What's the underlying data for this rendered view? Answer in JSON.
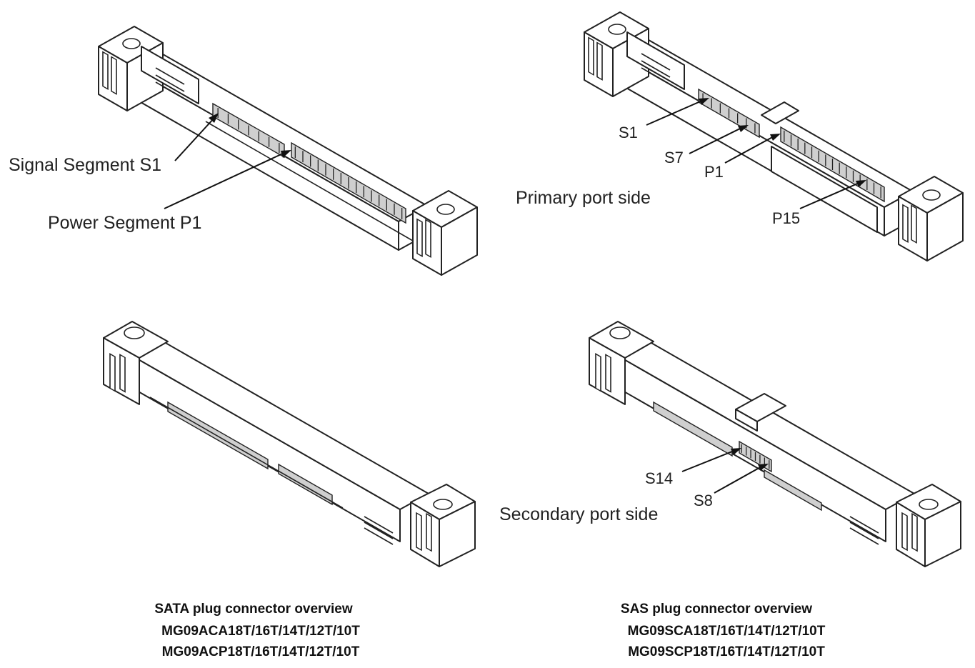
{
  "labels": {
    "signal_segment": "Signal Segment S1",
    "power_segment": "Power Segment P1",
    "s1": "S1",
    "s7": "S7",
    "p1": "P1",
    "p15": "P15",
    "primary_port_side": "Primary port side",
    "s14": "S14",
    "s8": "S8",
    "secondary_port_side": "Secondary port side"
  },
  "captions": {
    "sata": {
      "title": "SATA plug connector overview",
      "model1": "MG09ACA18T/16T/14T/12T/10T",
      "model2": "MG09ACP18T/16T/14T/12T/10T"
    },
    "sas": {
      "title": "SAS plug connector overview",
      "model1": "MG09SCA18T/16T/14T/12T/10T",
      "model2": "MG09SCP18T/16T/14T/12T/10T"
    }
  },
  "pin_counts": {
    "signal_segment": 7,
    "power_segment": 15,
    "secondary_segment": 7
  }
}
